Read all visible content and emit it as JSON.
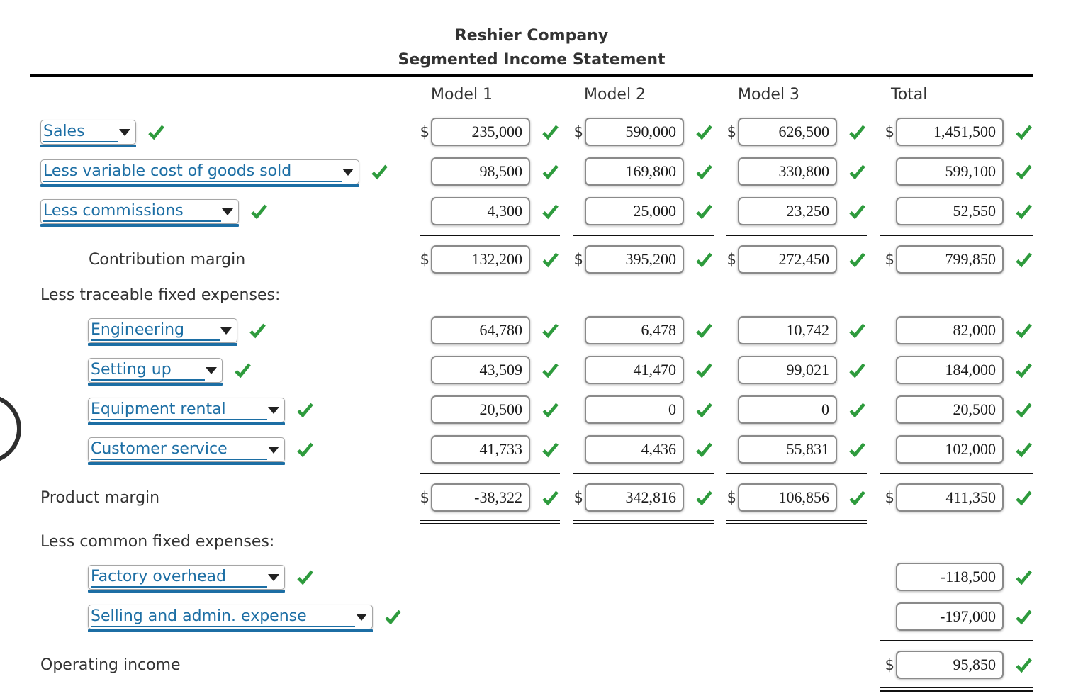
{
  "company": "Reshier Company",
  "statement_title": "Segmented Income Statement",
  "currency_symbol": "$",
  "columns": [
    "Model 1",
    "Model 2",
    "Model 3",
    "Total"
  ],
  "sections": {
    "traceable_header": "Less traceable fixed expenses:",
    "common_header": "Less common fixed expenses:"
  },
  "rows": {
    "sales": {
      "label": "Sales",
      "values": [
        "235,000",
        "590,000",
        "626,500",
        "1,451,500"
      ]
    },
    "variable_cogs": {
      "label": "Less variable cost of goods sold",
      "values": [
        "98,500",
        "169,800",
        "330,800",
        "599,100"
      ]
    },
    "commissions": {
      "label": "Less commissions",
      "values": [
        "4,300",
        "25,000",
        "23,250",
        "52,550"
      ]
    },
    "contribution_margin": {
      "label": "Contribution margin",
      "values": [
        "132,200",
        "395,200",
        "272,450",
        "799,850"
      ]
    },
    "engineering": {
      "label": "Engineering",
      "values": [
        "64,780",
        "6,478",
        "10,742",
        "82,000"
      ]
    },
    "setting_up": {
      "label": "Setting up",
      "values": [
        "43,509",
        "41,470",
        "99,021",
        "184,000"
      ]
    },
    "equipment_rental": {
      "label": "Equipment rental",
      "values": [
        "20,500",
        "0",
        "0",
        "20,500"
      ]
    },
    "customer_service": {
      "label": "Customer service",
      "values": [
        "41,733",
        "4,436",
        "55,831",
        "102,000"
      ]
    },
    "product_margin": {
      "label": "Product margin",
      "values": [
        "-38,322",
        "342,816",
        "106,856",
        "411,350"
      ]
    },
    "factory_overhead": {
      "label": "Factory overhead",
      "total": "-118,500"
    },
    "selling_admin": {
      "label": "Selling and admin. expense",
      "total": "-197,000"
    },
    "operating_income": {
      "label": "Operating income",
      "total": "95,850"
    }
  },
  "icons": {
    "correct_check": "✓",
    "dropdown_arrow": "▼"
  },
  "colors": {
    "accent_blue": "#1c6ea4",
    "check_green": "#2e9b3d",
    "rule_black": "#000000"
  }
}
